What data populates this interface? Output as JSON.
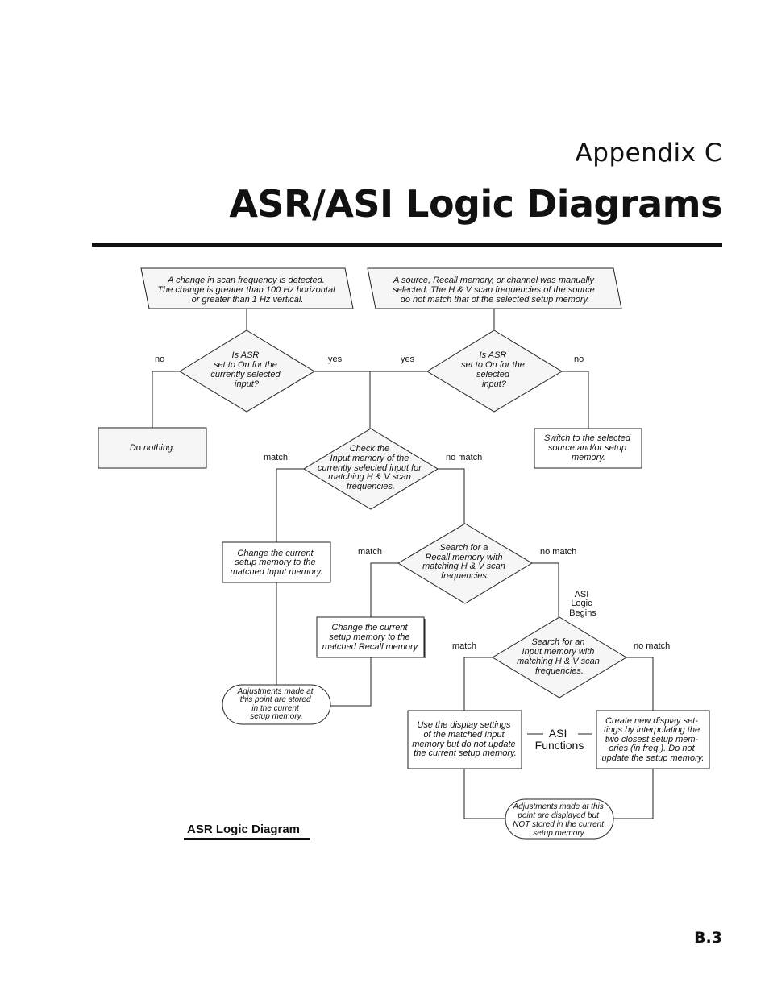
{
  "header": {
    "appendix": "Appendix C",
    "title": "ASR/ASI Logic Diagrams"
  },
  "page_number": "B.3",
  "diagram": {
    "caption": "ASR Logic Diagram",
    "inputs": {
      "scan_change": [
        "A change in scan frequency is detected.",
        "The change is greater than 100 Hz horizontal",
        "or greater than 1 Hz vertical."
      ],
      "manual_select": [
        "A source, Recall memory, or channel was manually",
        "selected.  The H & V scan frequencies of the source",
        "do not match that of the selected setup memory."
      ]
    },
    "decisions": {
      "asr_on_current": [
        "Is ASR",
        "set to On for the",
        "currently selected",
        "input?"
      ],
      "asr_on_selected": [
        "Is ASR",
        "set to On for the",
        "selected",
        "input?"
      ],
      "check_input_memory": [
        "Check the",
        "Input memory of the",
        "currently selected input for",
        "matching H & V scan",
        "frequencies."
      ],
      "search_recall": [
        "Search for a",
        "Recall memory with",
        "matching H & V scan",
        "frequencies."
      ],
      "search_input": [
        "Search for an",
        "Input memory with",
        "matching H & V scan",
        "frequencies."
      ]
    },
    "processes": {
      "do_nothing": [
        "Do nothing."
      ],
      "switch_selected": [
        "Switch to the selected",
        "source and/or setup",
        "memory."
      ],
      "change_to_input": [
        "Change the current",
        "setup memory to the",
        "matched Input memory."
      ],
      "change_to_recall": [
        "Change the current",
        "setup memory to the",
        "matched Recall memory."
      ],
      "use_display": [
        "Use the display settings",
        "of the matched Input",
        "memory but do not update",
        "the current setup memory."
      ],
      "create_display": [
        "Create new display set-",
        "tings by interpolating the",
        "two closest setup mem-",
        "ories (in freq.). Do not",
        "update the setup memory."
      ]
    },
    "terminals": {
      "stored": [
        "Adjustments made at",
        "this point are stored",
        "in the current",
        "setup memory."
      ],
      "not_stored": [
        "Adjustments made at this",
        "point are displayed but",
        "NOT stored in the current",
        "setup memory."
      ]
    },
    "labels": {
      "no_left": "no",
      "yes_left": "yes",
      "yes_right": "yes",
      "no_right": "no",
      "match_1": "match",
      "no_match_1": "no match",
      "match_2": "match",
      "no_match_2": "no match",
      "match_3": "match",
      "no_match_3": "no match",
      "asi_begins": [
        "ASI",
        "Logic",
        "Begins"
      ],
      "asi_functions": [
        "ASI",
        "Functions"
      ]
    }
  }
}
